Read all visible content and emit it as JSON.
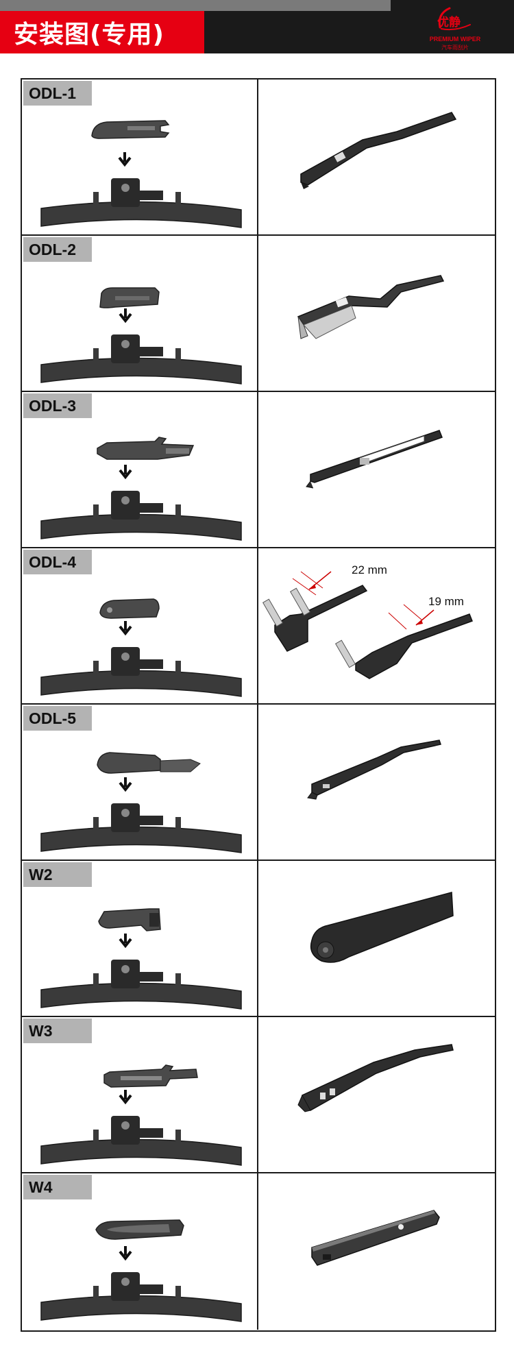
{
  "header": {
    "title": "安装图(专用)",
    "logo": {
      "brand": "优静",
      "subtitle": "PREMIUM WIPER",
      "subtitle_cn": "汽车雨刮片"
    }
  },
  "colors": {
    "accent_red": "#e60012",
    "header_bg": "#1a1a1a",
    "label_bg": "#b3b3b3"
  },
  "rows": [
    {
      "label": "ODL-1"
    },
    {
      "label": "ODL-2"
    },
    {
      "label": "ODL-3"
    },
    {
      "label": "ODL-4",
      "measurements": [
        "22 mm",
        "19 mm"
      ]
    },
    {
      "label": "ODL-5"
    },
    {
      "label": "W2"
    },
    {
      "label": "W3"
    },
    {
      "label": "W4"
    }
  ]
}
